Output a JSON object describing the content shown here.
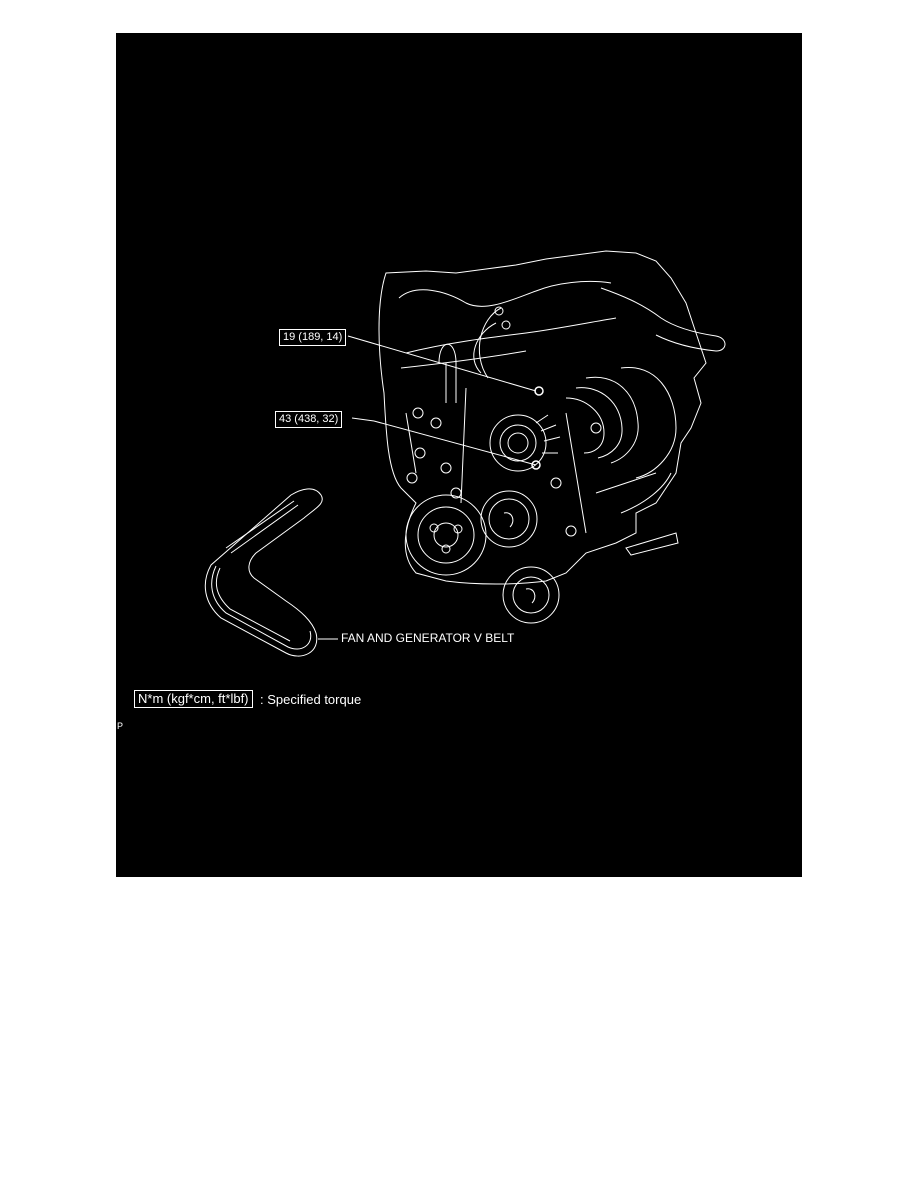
{
  "figure": {
    "background": "#000000",
    "line_color": "#ffffff",
    "subject": "engine-assembly-line-drawing"
  },
  "callouts": [
    {
      "id": "torque-1",
      "label": "19 (189, 14)"
    },
    {
      "id": "torque-2",
      "label": "43 (438, 32)"
    }
  ],
  "parts": {
    "belt_label": "FAN AND GENERATOR V BELT"
  },
  "legend": {
    "units": "N*m (kgf*cm, ft*lbf)",
    "description": ": Specified torque"
  },
  "corner_mark": "P"
}
